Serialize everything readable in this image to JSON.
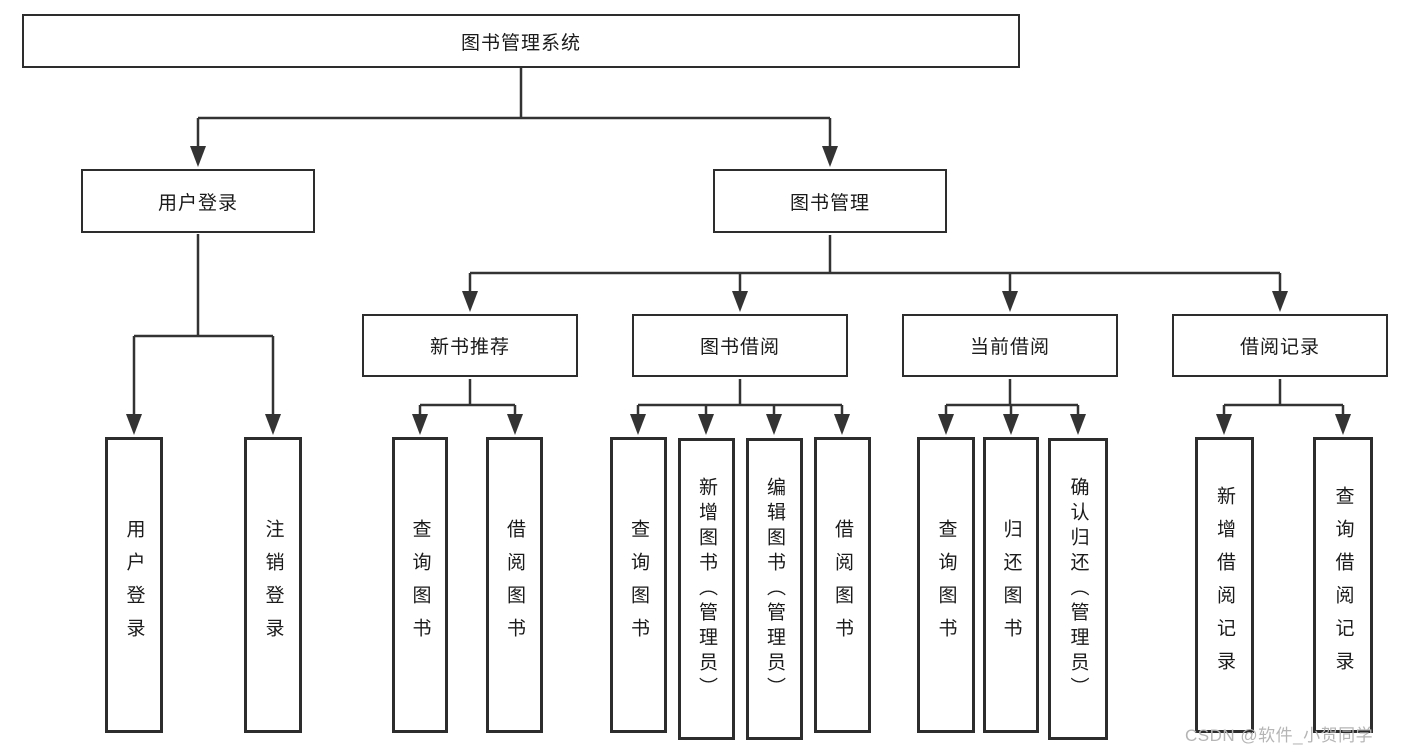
{
  "diagram": {
    "root": {
      "label": "图书管理系统"
    },
    "level2": {
      "user_login": {
        "label": "用户登录"
      },
      "book_mgmt": {
        "label": "图书管理"
      }
    },
    "level3": {
      "new_book_rec": {
        "label": "新书推荐"
      },
      "book_borrow": {
        "label": "图书借阅"
      },
      "current_borrow": {
        "label": "当前借阅"
      },
      "borrow_records": {
        "label": "借阅记录"
      }
    },
    "leaves": {
      "user_login": {
        "label": "用户登录"
      },
      "logout": {
        "label": "注销登录"
      },
      "query_books_rec": {
        "label": "查询图书"
      },
      "borrow_books_rec": {
        "label": "借阅图书"
      },
      "query_books_borrow": {
        "label": "查询图书"
      },
      "add_books": {
        "label": "新增图书（管理员）"
      },
      "edit_books": {
        "label": "编辑图书（管理员）"
      },
      "borrow_books_borrow": {
        "label": "借阅图书"
      },
      "query_books_current": {
        "label": "查询图书"
      },
      "return_books": {
        "label": "归还图书"
      },
      "confirm_return": {
        "label": "确认归还（管理员）"
      },
      "add_borrow_record": {
        "label": "新增借阅记录"
      },
      "query_borrow_record": {
        "label": "查询借阅记录"
      }
    },
    "structure": {
      "图书管理系统": {
        "用户登录": [
          "用户登录",
          "注销登录"
        ],
        "图书管理": {
          "新书推荐": [
            "查询图书",
            "借阅图书"
          ],
          "图书借阅": [
            "查询图书",
            "新增图书（管理员）",
            "编辑图书（管理员）",
            "借阅图书"
          ],
          "当前借阅": [
            "查询图书",
            "归还图书",
            "确认归还（管理员）"
          ],
          "借阅记录": [
            "新增借阅记录",
            "查询借阅记录"
          ]
        }
      }
    }
  },
  "watermark": {
    "text": "CSDN @软件_小贺同学"
  },
  "colors": {
    "line": "#333333",
    "box_border": "#2d2d2d",
    "background": "#ffffff",
    "text": "#1a1a1a",
    "watermark": "#b5b5b5"
  }
}
